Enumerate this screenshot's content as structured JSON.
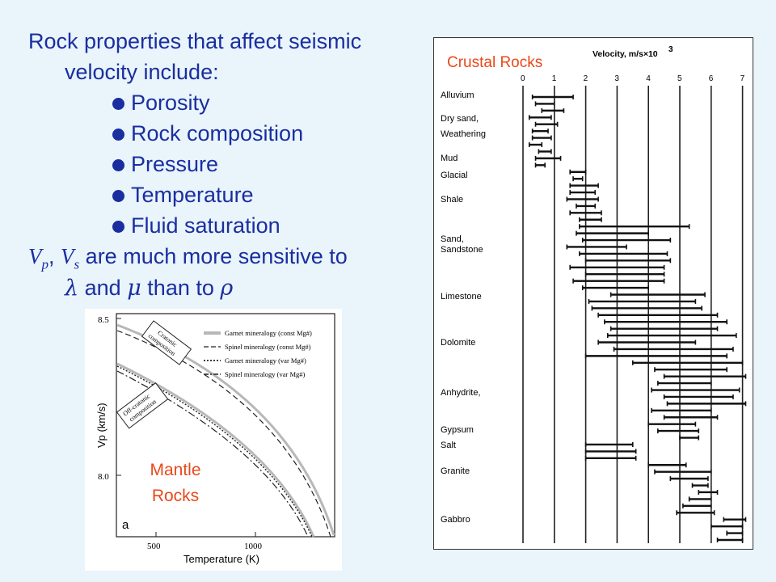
{
  "slide": {
    "intro_line1": "Rock properties that affect seismic",
    "intro_line2": "velocity include:",
    "bullets": [
      "Porosity",
      "Rock composition",
      "Pressure",
      "Temperature",
      "Fluid saturation"
    ],
    "sens_main": "V",
    "sens_sub_p": "p",
    "sens_comma": ",",
    "sens_sub_s": "s",
    "sens_text": "are much more sensitive to",
    "lambda": "λ",
    "and_text": "and",
    "mu": "μ",
    "than_text": "than to",
    "rho": "ρ"
  },
  "crustal": {
    "label": "Crustal Rocks",
    "velocity_header": "Velocity, m/s×10",
    "velocity_exp": "3",
    "ticks": [
      "0",
      "1",
      "2",
      "3",
      "4",
      "5",
      "6",
      "7"
    ],
    "rock_labels": [
      "Alluvium",
      "Dry sand,",
      "Weathering",
      "Mud",
      "Glacial",
      "Shale",
      "Sand,",
      "Sandstone",
      "Limestone",
      "Dolomite",
      "Anhydrite,",
      "Gypsum",
      "Salt",
      "Granite",
      "Gabbro"
    ],
    "ranges": [
      [
        0.3,
        1.6
      ],
      [
        0.4,
        1.0
      ],
      [
        0.6,
        1.3
      ],
      [
        0.2,
        0.9
      ],
      [
        0.4,
        1.1
      ],
      [
        0.3,
        0.8
      ],
      [
        0.3,
        0.9
      ],
      [
        0.2,
        0.6
      ],
      [
        0.5,
        0.9
      ],
      [
        0.4,
        1.2
      ],
      [
        0.4,
        0.7
      ],
      [
        1.5,
        2.0
      ],
      [
        1.6,
        1.9
      ],
      [
        1.5,
        2.4
      ],
      [
        1.5,
        2.3
      ],
      [
        1.4,
        2.4
      ],
      [
        1.7,
        2.3
      ],
      [
        1.5,
        2.5
      ],
      [
        1.8,
        2.5
      ],
      [
        1.8,
        5.3
      ],
      [
        1.7,
        4.0
      ],
      [
        1.9,
        4.7
      ],
      [
        1.4,
        3.3
      ],
      [
        1.8,
        4.6
      ],
      [
        2.0,
        4.7
      ],
      [
        1.5,
        4.5
      ],
      [
        2.0,
        4.5
      ],
      [
        1.6,
        4.5
      ],
      [
        1.9,
        4.0
      ],
      [
        2.8,
        5.8
      ],
      [
        2.1,
        5.5
      ],
      [
        2.2,
        5.7
      ],
      [
        2.4,
        6.2
      ],
      [
        2.6,
        6.5
      ],
      [
        2.8,
        6.2
      ],
      [
        2.7,
        6.8
      ],
      [
        2.4,
        5.5
      ],
      [
        2.9,
        6.7
      ],
      [
        2.0,
        6.5
      ],
      [
        3.5,
        7.0
      ],
      [
        4.2,
        6.5
      ],
      [
        4.5,
        7.1
      ],
      [
        4.3,
        6.0
      ],
      [
        4.1,
        6.9
      ],
      [
        4.5,
        6.7
      ],
      [
        4.6,
        7.1
      ],
      [
        4.1,
        6.0
      ],
      [
        4.5,
        6.2
      ],
      [
        4.0,
        5.5
      ],
      [
        4.3,
        5.6
      ],
      [
        5.0,
        5.6
      ],
      [
        2.0,
        3.5
      ],
      [
        2.0,
        3.6
      ],
      [
        2.0,
        3.6
      ],
      [
        4.0,
        5.2
      ],
      [
        4.2,
        6.0
      ],
      [
        4.7,
        5.9
      ],
      [
        5.4,
        5.9
      ],
      [
        5.6,
        6.2
      ],
      [
        5.3,
        6.0
      ],
      [
        5.1,
        6.0
      ],
      [
        4.9,
        6.1
      ],
      [
        6.4,
        7.1
      ],
      [
        6.0,
        7.0
      ],
      [
        6.5,
        7.0
      ],
      [
        6.2,
        7.0
      ]
    ]
  },
  "mantle": {
    "label_line1": "Mantle",
    "label_line2": "Rocks",
    "panel_letter": "a",
    "ylabel": "Vp (km/s)",
    "xlabel": "Temperature (K)",
    "yticks": [
      "8.5",
      "8.0"
    ],
    "xticks": [
      "500",
      "1000"
    ],
    "legend": [
      "Garnet mineralogy (const Mg#)",
      "Spinel mineralogy (const Mg#)",
      "Garnet mineralogy (var Mg#)",
      "Spinel mineralogy (var Mg#)"
    ],
    "box1": [
      "Cratonic",
      "composition"
    ],
    "box2": [
      "Off-cratonic",
      "composition"
    ]
  },
  "colors": {
    "text": "#1a2ea0",
    "label": "#e8491a",
    "background": "#e9f4fb"
  }
}
